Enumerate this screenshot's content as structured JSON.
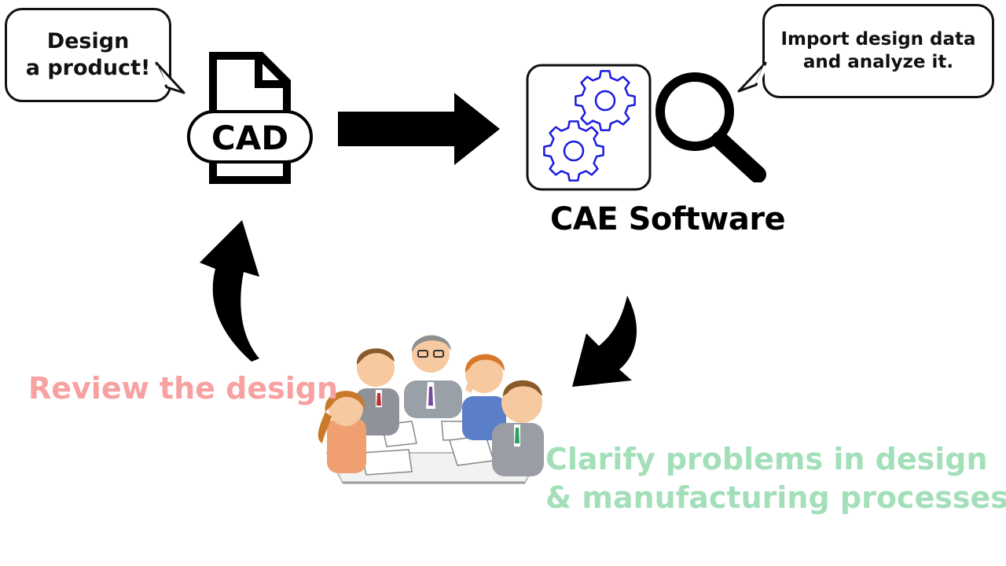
{
  "bubbles": {
    "design": [
      "Design",
      "a product!"
    ],
    "import": [
      "Import design data",
      "and analyze it."
    ]
  },
  "cad_label": "CAD",
  "cae_label": "CAE Software",
  "review_label": "Review the design",
  "clarify_label": [
    "Clarify problems in design",
    "& manufacturing processes"
  ],
  "colors": {
    "review": "#f7a1a1",
    "clarify": "#a3dfb9",
    "gears": "#1a1ae0",
    "ink": "#000000"
  },
  "icons": [
    "cad-file-icon",
    "gear-icon",
    "magnifier-icon",
    "meeting-people-icon"
  ]
}
